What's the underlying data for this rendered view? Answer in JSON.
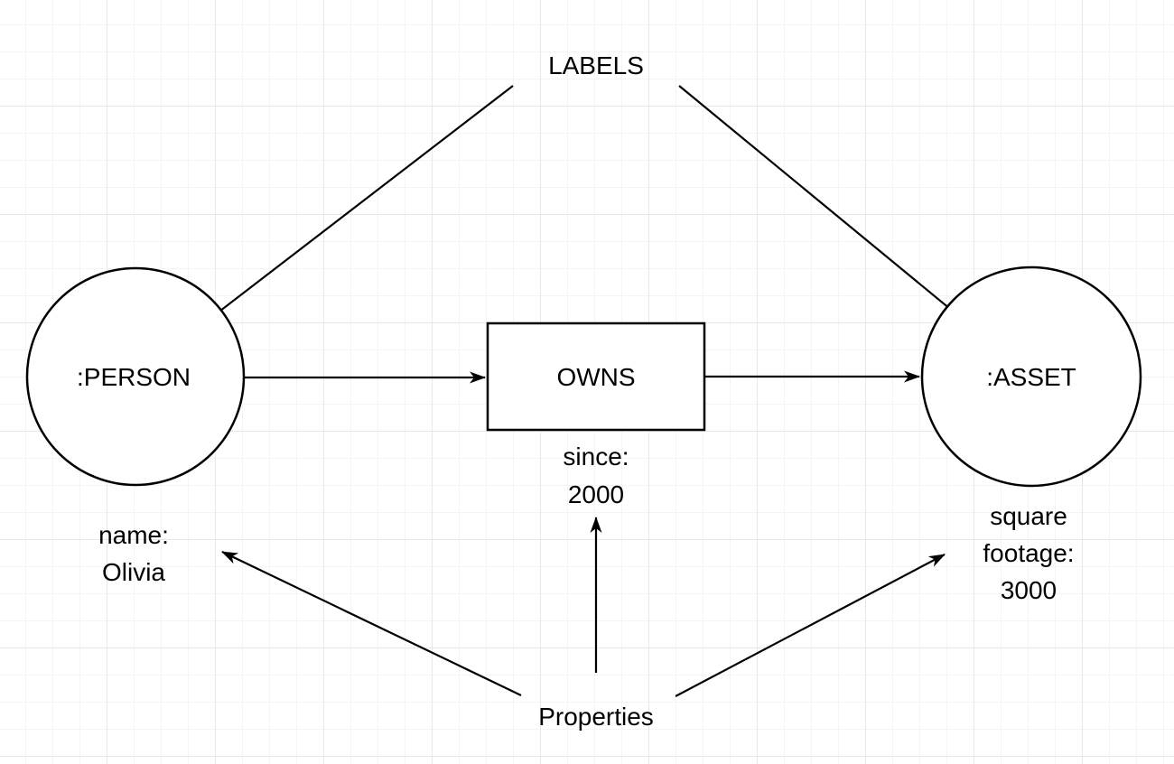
{
  "colors": {
    "background": "#ffffff",
    "ink": "#000000",
    "grid_minor": "#f4f4f4",
    "grid_major": "#e8e8e8"
  },
  "diagram": {
    "labels_caption": "LABELS",
    "properties_caption": "Properties",
    "person_node": {
      "label": ":PERSON"
    },
    "asset_node": {
      "label": ":ASSET"
    },
    "relationship": {
      "label": "OWNS"
    },
    "person_properties": {
      "line1": "name:",
      "line2": "Olivia"
    },
    "relationship_properties": {
      "line1": "since:",
      "line2": "2000"
    },
    "asset_properties": {
      "line1": "square",
      "line2": "footage:",
      "line3": "3000"
    }
  }
}
